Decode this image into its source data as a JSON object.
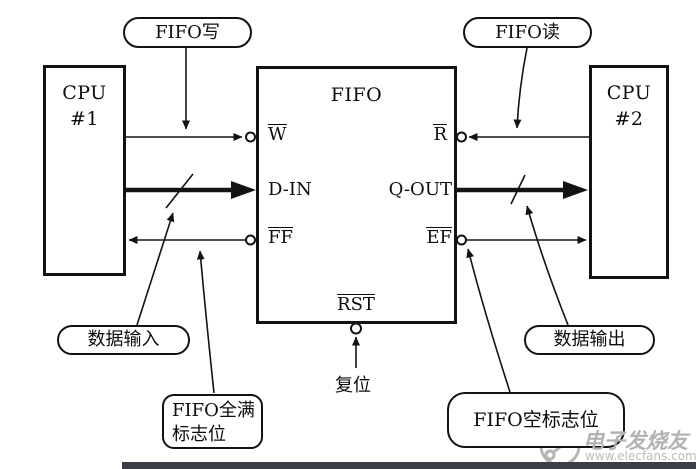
{
  "cpu1": {
    "name": "CPU",
    "number": "#1"
  },
  "cpu2": {
    "name": "CPU",
    "number": "#2"
  },
  "fifo": {
    "title": "FIFO",
    "pin_w": "W",
    "pin_din": "D-IN",
    "pin_ff": "FF",
    "pin_r": "R",
    "pin_qout": "Q-OUT",
    "pin_ef": "EF",
    "pin_rst": "RST"
  },
  "callouts": {
    "write": "FIFO写",
    "read": "FIFO读",
    "data_in": "数据输入",
    "data_out": "数据输出",
    "full_flag_line1": "FIFO全满",
    "full_flag_line2": "标志位",
    "empty_flag": "FIFO空标志位",
    "reset": "复位"
  },
  "watermark": {
    "brand": "电子发烧友",
    "url": "www.elecfans.com"
  },
  "colors": {
    "line": "#131313",
    "background": "#ffffff",
    "watermark": "#b3b1b1",
    "bottom_bar": "#3b3e44"
  }
}
